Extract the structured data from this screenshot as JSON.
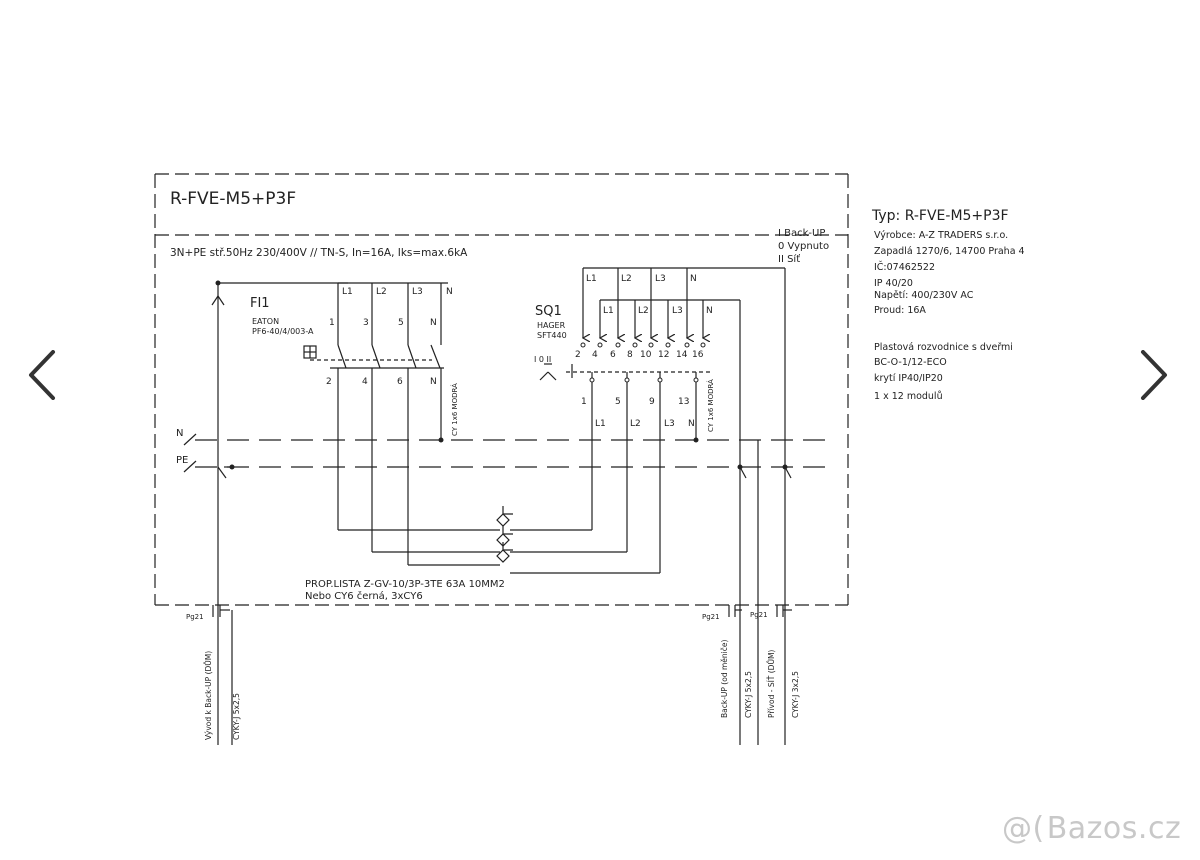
{
  "nav": {
    "prev_icon": "chevron-left-icon",
    "next_icon": "chevron-right-icon"
  },
  "watermark": {
    "text": "Bazos.cz",
    "icon": "bazos-logo-icon"
  },
  "colors": {
    "line": "#222222",
    "watermark": "#c8c8c8"
  },
  "diagram": {
    "title": "R-FVE-M5+P3F",
    "supply": "3N+PE stř.50Hz 230/400V // TN-S,  In=16A, Iks=max.6kA",
    "mode_legend": [
      "I Back-UP",
      "0 Vypnuto",
      "II Síť"
    ],
    "fi1": {
      "label": "FI1",
      "maker": "EATON",
      "model": "PF6-40/4/003-A",
      "top_phases": [
        "L1",
        "L2",
        "L3",
        "N"
      ],
      "top_terminals": [
        "1",
        "3",
        "5",
        "N"
      ],
      "bottom_terminals": [
        "2",
        "4",
        "6",
        "N"
      ],
      "cable_note": "CY 1x6 MODRÁ"
    },
    "sq1": {
      "label": "SQ1",
      "maker": "HAGER",
      "model": "SFT440",
      "positions": "I 0 II",
      "top_lines_1": [
        "L1",
        "L2",
        "L3",
        "N"
      ],
      "top_lines_2": [
        "L1",
        "L2",
        "L3",
        "N"
      ],
      "terminals": [
        "2",
        "4",
        "6",
        "8",
        "10",
        "12",
        "14",
        "16"
      ],
      "out_terminals": [
        "1",
        "5",
        "9",
        "13"
      ],
      "out_phases": [
        "L1",
        "L2",
        "L3",
        "N"
      ],
      "cable_note": "CY 1x6 MODRÁ"
    },
    "buses": {
      "n": "N",
      "pe": "PE"
    },
    "busbar_note": [
      "PROP.LISTA Z-GV-10/3P-3TE 63A 10MM2",
      "Nebo CY6 černá, 3xCY6"
    ],
    "glands": [
      "Pg21",
      "Pg21",
      "Pg21"
    ],
    "cables": {
      "left_1": "Vývod k Back-UP (DŮM)",
      "left_2": "CYKY-J 5x2,5",
      "right_1": "Back-UP (od měniče)",
      "right_2": "CYKY-J 5x2,5",
      "right_3": "Přívod - SÍŤ (DŮM)",
      "right_4": "CYKY-J 3x2,5"
    },
    "info": {
      "typ": "Typ:  R-FVE-M5+P3F",
      "vyrobce": "Výrobce:  A-Z TRADERS s.r.o.",
      "adresa": "Zapadlá 1270/6, 14700 Praha 4",
      "ic": "IČ:07462522",
      "ip": "IP 40/20",
      "napeti": "Napětí:  400/230V AC",
      "proud": "Proud:  16A",
      "housing_1": "Plastová rozvodnice s dveřmi",
      "housing_2": "BC-O-1/12-ECO",
      "housing_3": "krytí IP40/IP20",
      "housing_4": "1 x 12 modulů"
    }
  }
}
